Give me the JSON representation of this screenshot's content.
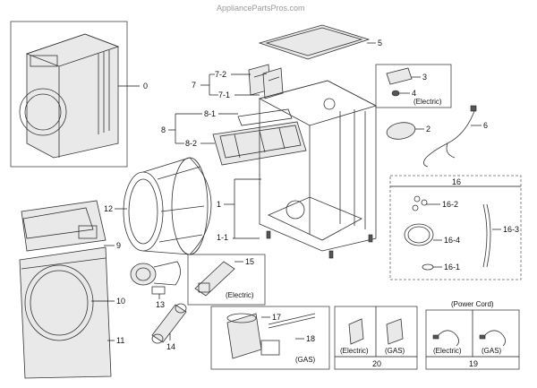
{
  "watermark": "AppliancePartsPros.com",
  "callouts": {
    "c0": "0",
    "c1": "1",
    "c1_1": "1-1",
    "c2": "2",
    "c3": "3",
    "c4": "4",
    "c5": "5",
    "c6": "6",
    "c7": "7",
    "c7_1": "7-1",
    "c7_2": "7-2",
    "c8": "8",
    "c8_1": "8-1",
    "c8_2": "8-2",
    "c9": "9",
    "c10": "10",
    "c11": "11",
    "c12": "12",
    "c13": "13",
    "c14": "14",
    "c15": "15",
    "c16": "16",
    "c16_1": "16-1",
    "c16_2": "16-2",
    "c16_3": "16-3",
    "c16_4": "16-4",
    "c17": "17",
    "c18": "18",
    "c19": "19",
    "c20": "20"
  },
  "notes": {
    "electric_3": "(Electric)",
    "electric_15": "(Electric)",
    "gas_17": "(GAS)",
    "electric_20": "(Electric)",
    "gas_20": "(GAS)",
    "power_cord": "(Power Cord)",
    "electric_19": "(Electric)",
    "gas_19": "(GAS)"
  }
}
